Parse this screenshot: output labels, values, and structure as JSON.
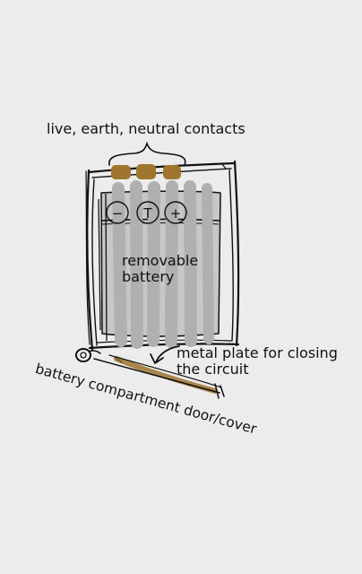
{
  "labels": {
    "contacts": "live,  earth, neutral contacts",
    "battery_line1": "removable",
    "battery_line2": "battery",
    "plate_line1": "metal plate for closing",
    "plate_line2": "the circuit",
    "door": "battery compartment door/cover"
  },
  "battery_terminals": [
    "−",
    "T",
    "+"
  ],
  "colors": {
    "background": "#ececec",
    "ink": "#111111",
    "contact_pad": "#a0762e",
    "battery_fill": "#c7c7c7",
    "battery_stripes": "#b0b0b0",
    "plate": "#a8864a"
  }
}
